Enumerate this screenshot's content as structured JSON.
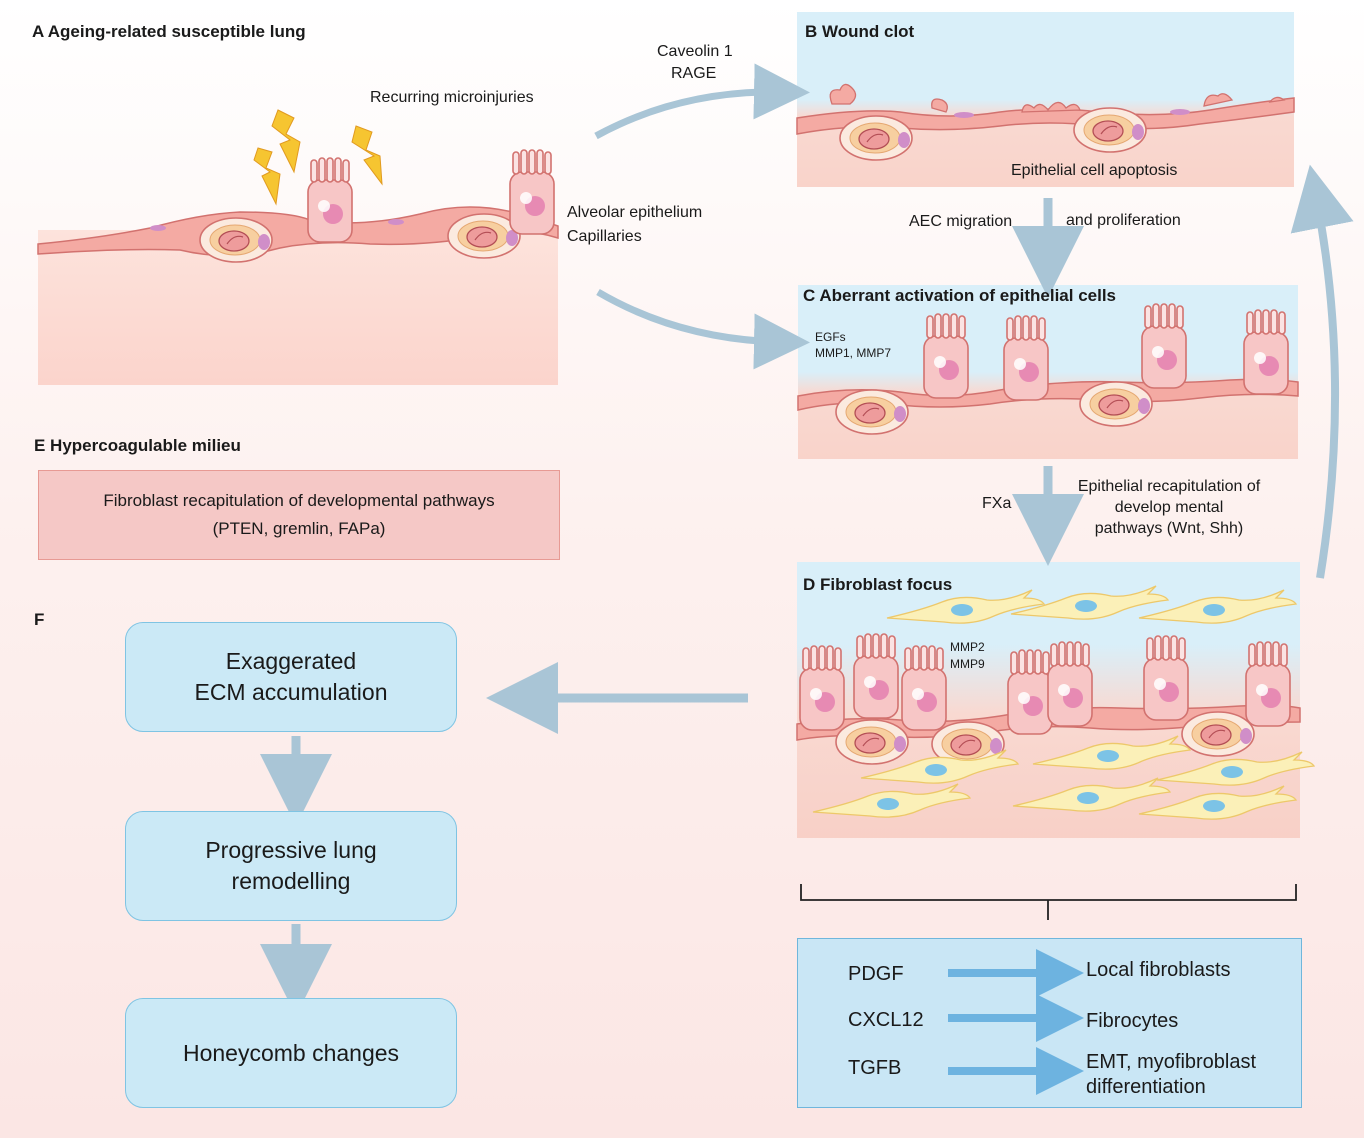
{
  "panel_a": {
    "title": "A  Ageing-related susceptible lung",
    "recurring": "Recurring microinjuries",
    "alveolar": "Alveolar epithelium",
    "capillaries": "Capillaries"
  },
  "arrow_labels": {
    "caveolin": "Caveolin 1",
    "rage": "RAGE",
    "aec_migration": "AEC migration",
    "proliferation": "and proliferation",
    "fxa": "FXa",
    "recap_line1": "Epithelial recapitulation of",
    "recap_line2": "develop mental",
    "recap_line3": "pathways (Wnt, Shh)"
  },
  "panel_b": {
    "title": "B   Wound clot",
    "apoptosis": "Epithelial cell apoptosis"
  },
  "panel_c": {
    "title": "C  Aberrant  activation  of  epithelial  cells",
    "egfs": "EGFs",
    "mmps": "MMP1,   MMP7"
  },
  "panel_d": {
    "title": "D   Fibroblast focus",
    "mmp2": "MMP2",
    "mmp9": "MMP9"
  },
  "panel_e": {
    "title": "E  Hypercoagulable  milieu",
    "line1": "Fibroblast  recapitulation  of  developmental  pathways",
    "line2": "(PTEN, gremlin, FAPa)"
  },
  "panel_f": {
    "title": "F",
    "box1_line1": "Exaggerated",
    "box1_line2": "ECM accumulation",
    "box2_line1": "Progressive lung",
    "box2_line2": "remodelling",
    "box3": "Honeycomb changes"
  },
  "signals": [
    {
      "factor": "PDGF",
      "target_line1": "Local   fibroblasts",
      "target_line2": ""
    },
    {
      "factor": "CXCL12",
      "target_line1": "Fibrocytes",
      "target_line2": ""
    },
    {
      "factor": "TGFB",
      "target_line1": "EMT, myofibroblast",
      "target_line2": "differentiation"
    }
  ],
  "colors": {
    "tissue": "#f8d3cc",
    "membrane": "#f2a7a0",
    "panel_blue": "#d7eef9",
    "arrow": "#a9c5d6",
    "box_blue": "#cbe9f6",
    "fibroblast": "#fbf0b8",
    "nucleus_blue": "#7cc3e6"
  }
}
